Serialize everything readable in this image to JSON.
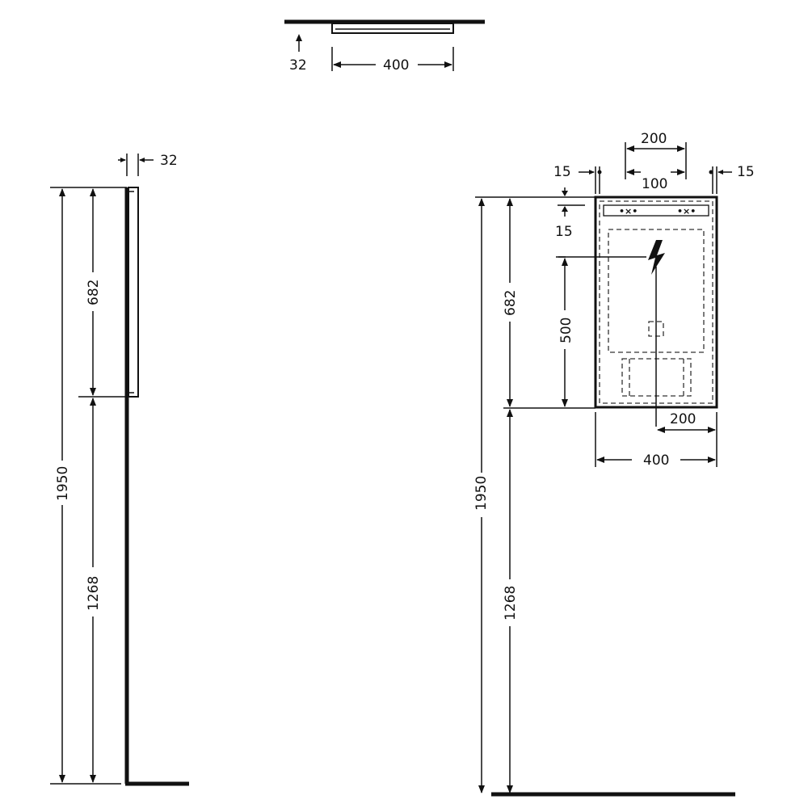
{
  "top_view": {
    "depth": "32",
    "width": "400"
  },
  "side_view": {
    "depth": "32",
    "cabinet_height": "682",
    "total_height": "1950",
    "floor_to_bottom": "1268"
  },
  "front_view": {
    "total_height": "1950",
    "floor_to_bottom": "1268",
    "cabinet_height": "682",
    "socket_height": "500",
    "width": "400",
    "socket_from_right": "200",
    "fixing_distance": "200",
    "fixing_inner": "100",
    "left_margin": "15",
    "right_margin": "15",
    "top_margin": "15"
  }
}
